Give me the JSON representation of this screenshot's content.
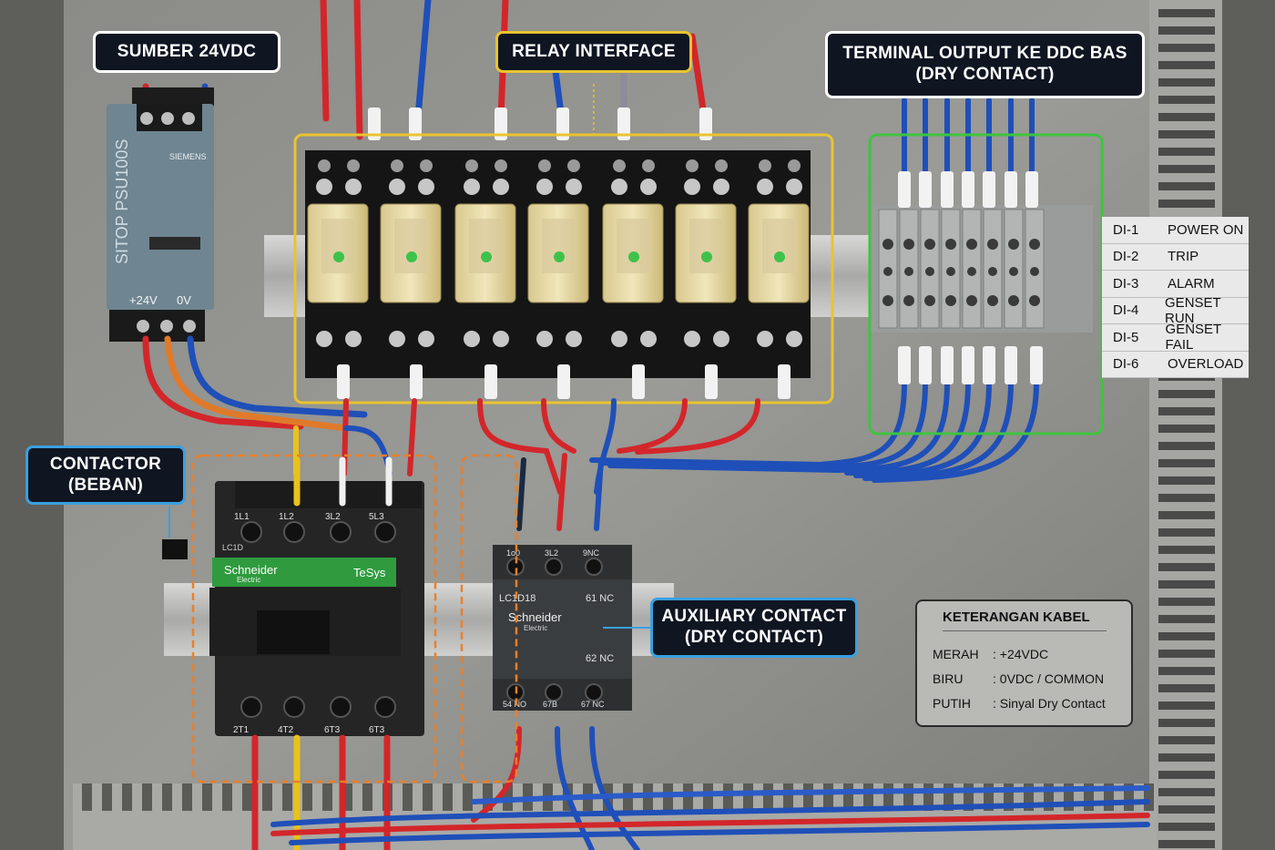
{
  "callouts": {
    "psu": "SUMBER 24VDC",
    "relay": "RELAY INTERFACE",
    "terminal_line1": "TERMINAL OUTPUT KE DDC BAS",
    "terminal_line2": "(DRY CONTACT)",
    "contactor_line1": "CONTACTOR",
    "contactor_line2": "(BEBAN)",
    "aux_line1": "AUXILIARY CONTACT",
    "aux_line2": "(DRY CONTACT)"
  },
  "psu": {
    "model": "SITOP PSU100S",
    "brand": "SIEMENS",
    "plus_label": "+24V",
    "zero_label": "0V"
  },
  "contactor": {
    "brand": "Schneider",
    "brand_sub": "Electric",
    "series": "TeSys",
    "model": "LC1D",
    "terminals_top": [
      "1L1",
      "1L2",
      "3L2",
      "5L3"
    ],
    "terminals_bottom": [
      "2T1",
      "4T2",
      "6T3",
      "6T3"
    ]
  },
  "aux": {
    "model": "LC1D18",
    "brand": "Schneider",
    "brand_sub": "Electric",
    "no_label": "61 NC",
    "nc_label": "62 NC",
    "terminals_top": [
      "1o0",
      "3L2",
      "9NC"
    ],
    "terminals_bottom": [
      "54 NO",
      "67B",
      "67 NC"
    ]
  },
  "di_list": [
    {
      "code": "DI-1",
      "name": "POWER ON"
    },
    {
      "code": "DI-2",
      "name": "TRIP"
    },
    {
      "code": "DI-3",
      "name": "ALARM"
    },
    {
      "code": "DI-4",
      "name": "GENSET RUN"
    },
    {
      "code": "DI-5",
      "name": "GENSET FAIL"
    },
    {
      "code": "DI-6",
      "name": "OVERLOAD"
    }
  ],
  "legend": {
    "title": "KETERANGAN KABEL",
    "rows": [
      {
        "key": "MERAH",
        "value": ": +24VDC"
      },
      {
        "key": "BIRU",
        "value": ": 0VDC / COMMON"
      },
      {
        "key": "PUTIH",
        "value": ": Sinyal Dry Contact"
      }
    ]
  },
  "colors": {
    "wire_red": "#d3262a",
    "wire_blue": "#1f4fb8",
    "wire_yellow": "#e9c21a",
    "highlight_yellow": "#e8c430",
    "highlight_green": "#3fc43f",
    "highlight_orange": "#e8802c",
    "callout_blue": "#3aa0e0",
    "schneider_green": "#2f9b3e"
  }
}
